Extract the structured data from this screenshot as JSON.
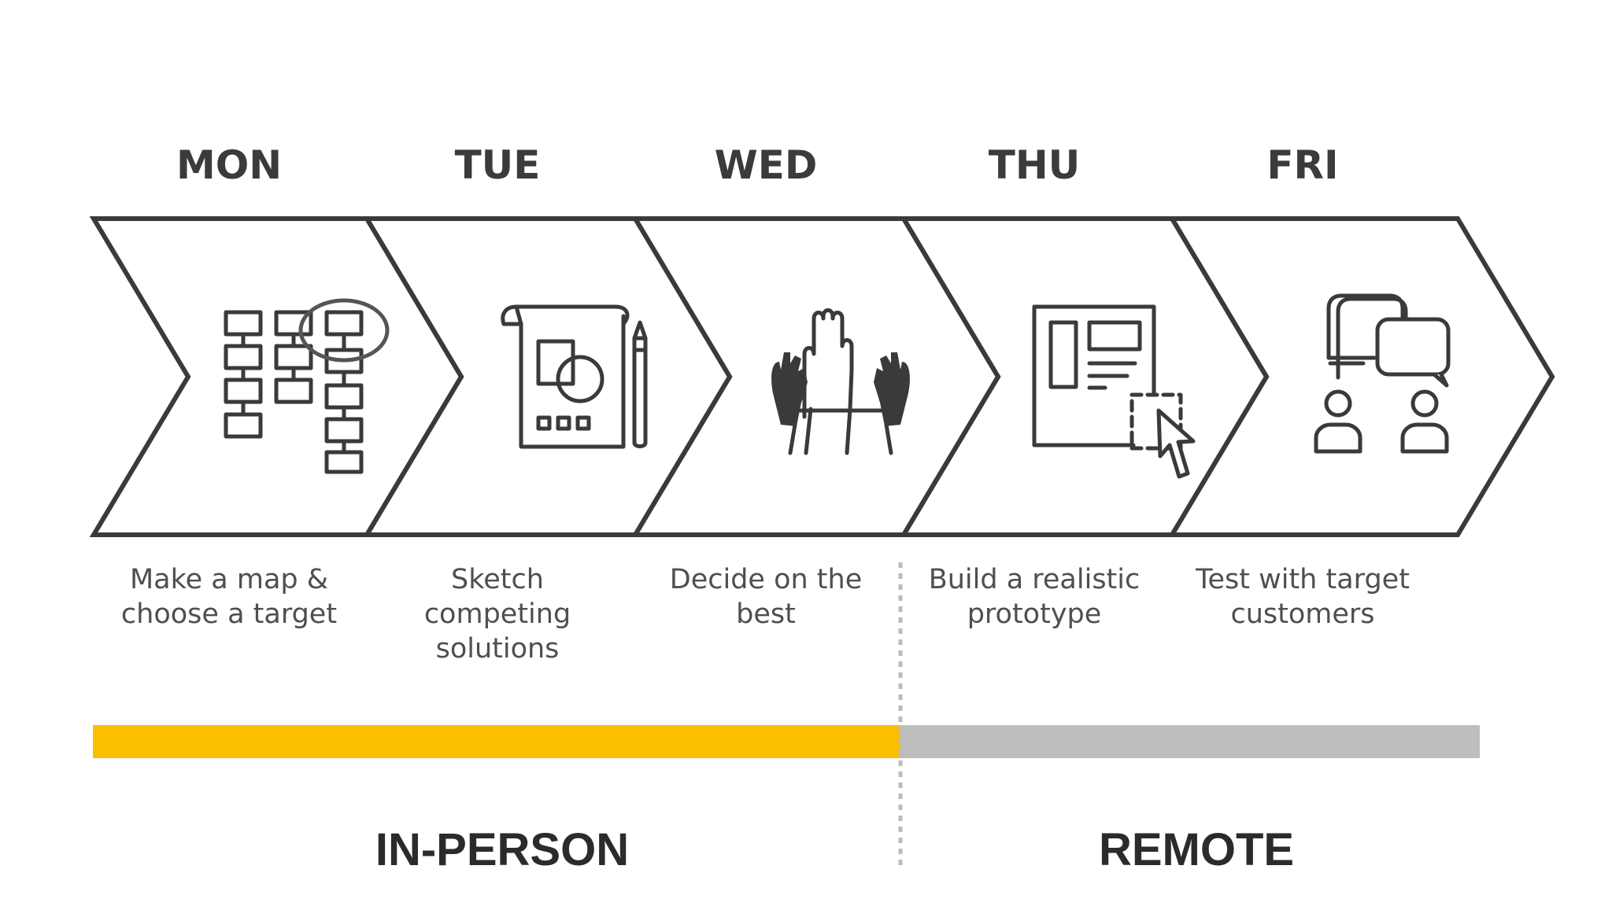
{
  "days": [
    {
      "label": "MON",
      "desc_lines": [
        "Make a map &",
        "choose a target"
      ],
      "icon": "map-flowchart-icon"
    },
    {
      "label": "TUE",
      "desc_lines": [
        "Sketch",
        "competing",
        "solutions"
      ],
      "icon": "sketch-paper-pencil-icon"
    },
    {
      "label": "WED",
      "desc_lines": [
        "Decide on the",
        "best"
      ],
      "icon": "raised-hands-vote-icon"
    },
    {
      "label": "THU",
      "desc_lines": [
        "Build a realistic",
        "prototype"
      ],
      "icon": "prototype-screen-cursor-icon"
    },
    {
      "label": "FRI",
      "desc_lines": [
        "Test with target",
        "customers"
      ],
      "icon": "speech-bubbles-users-icon"
    }
  ],
  "modes": {
    "in_person": {
      "label": "IN-PERSON",
      "color": "#FBBF00"
    },
    "remote": {
      "label": "REMOTE",
      "color": "#BEBEBE"
    }
  },
  "colors": {
    "stroke": "#3A3A3A",
    "divider": "#BBBBBB"
  }
}
